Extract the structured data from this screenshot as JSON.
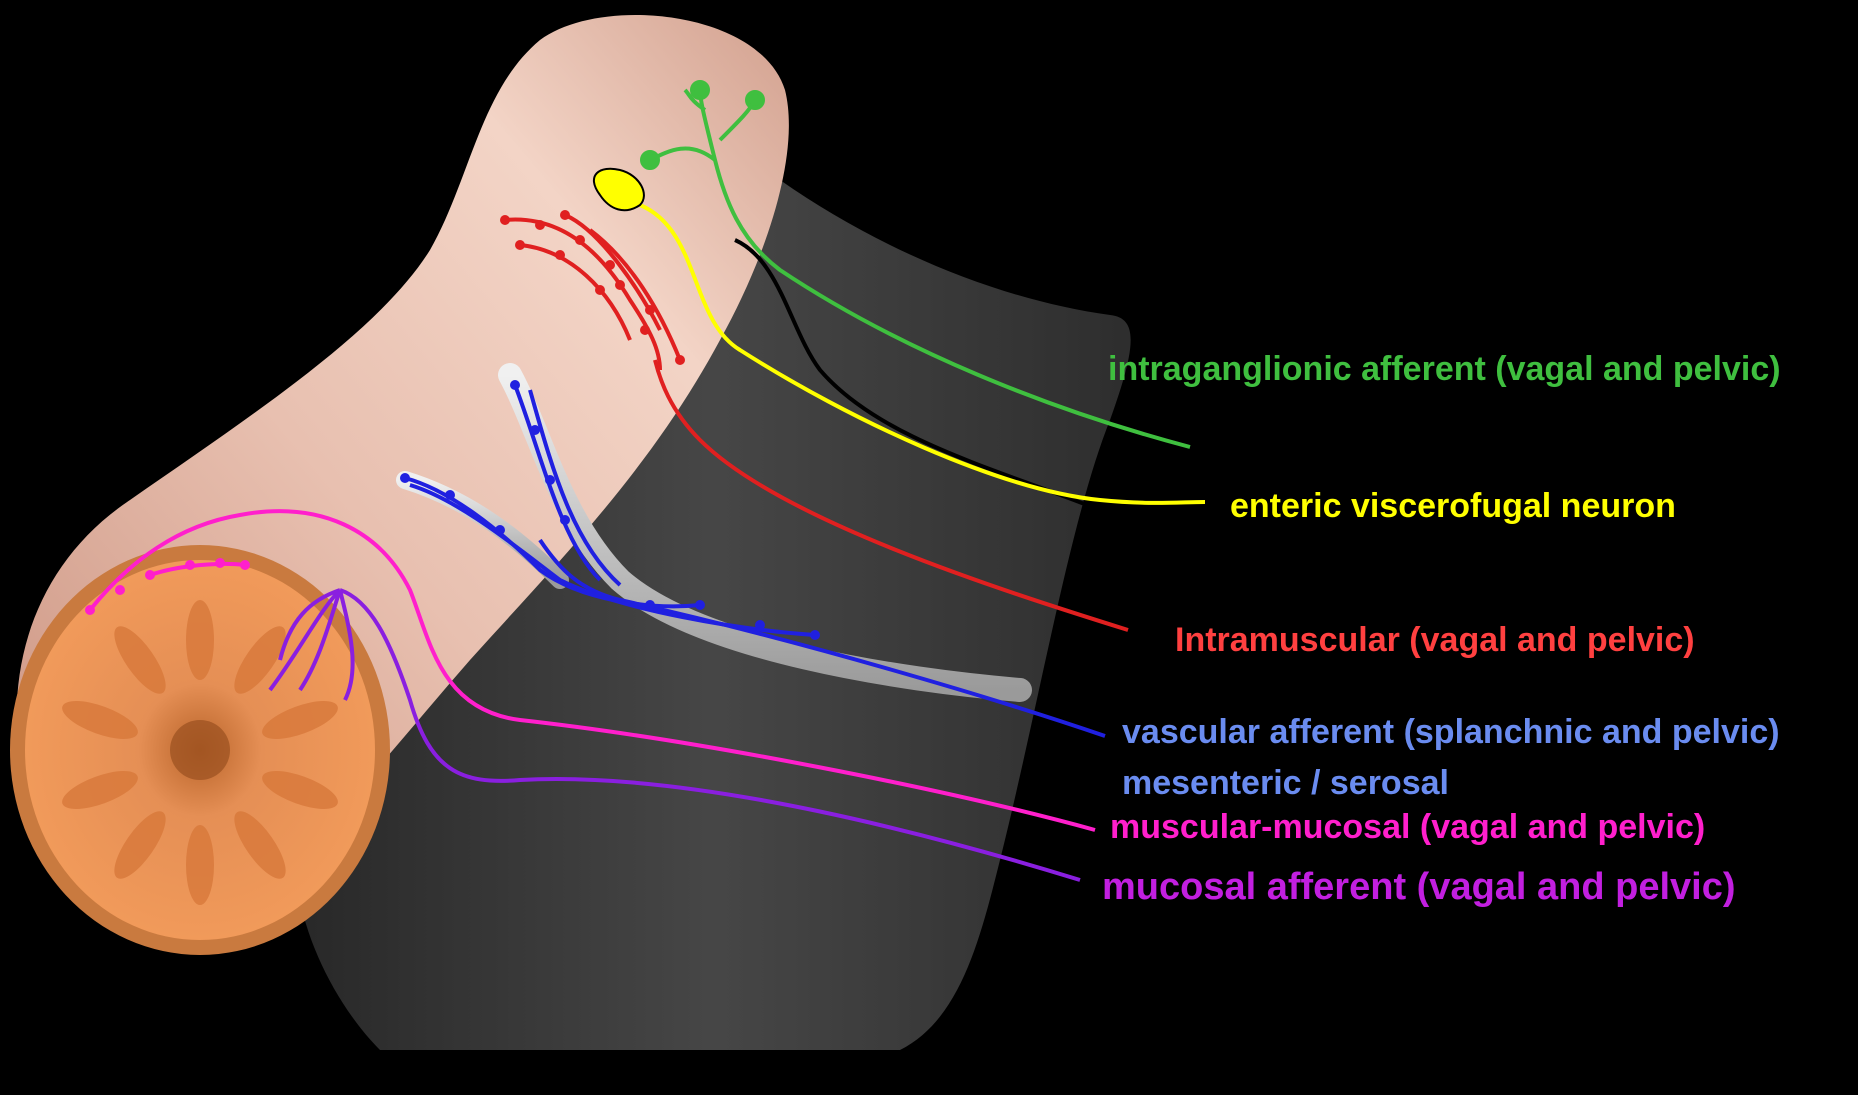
{
  "labels": {
    "intraganglionic": "intraganglionic afferent (vagal and pelvic)",
    "enteric": "enteric viscerofugal neuron",
    "intramuscular": "Intramuscular (vagal and pelvic)",
    "vascular": "vascular  afferent (splanchnic and pelvic)",
    "mesenteric": "mesenteric / serosal",
    "muscular_mucosal": "muscular-mucosal (vagal and pelvic)",
    "mucosal": "mucosal afferent (vagal and pelvic)"
  },
  "colors": {
    "background": "#000000",
    "gut_wall": "#e3b7a6",
    "mesentery": "#3a3a3a",
    "lumen": "#e9894a",
    "intraganglionic": "#3fbf3f",
    "enteric": "#ffff00",
    "intramuscular": "#e02020",
    "vascular": "#2020e0",
    "vascular_label": "#6a8cf0",
    "vessel": "#c8c8c8",
    "muscular_mucosal": "#ff1fcc",
    "mucosal": "#8a1fe0",
    "mucosal_label": "#c21fe0"
  }
}
